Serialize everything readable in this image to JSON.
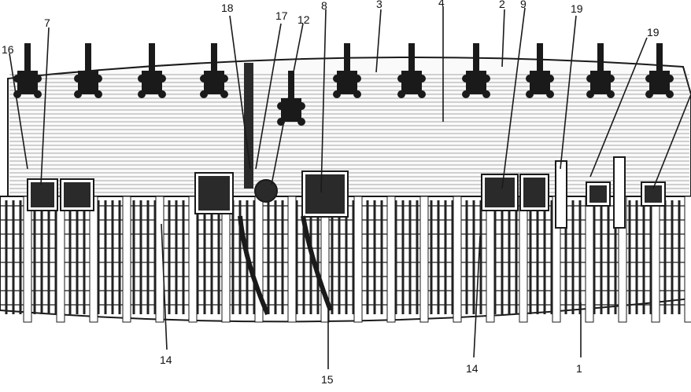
{
  "figure": {
    "callouts": [
      {
        "id": "c16",
        "text": "16"
      },
      {
        "id": "c7",
        "text": "7"
      },
      {
        "id": "c18",
        "text": "18"
      },
      {
        "id": "c17",
        "text": "17"
      },
      {
        "id": "c12",
        "text": "12"
      },
      {
        "id": "c8",
        "text": "8"
      },
      {
        "id": "c3",
        "text": "3"
      },
      {
        "id": "c4",
        "text": "4"
      },
      {
        "id": "c2",
        "text": "2"
      },
      {
        "id": "c9",
        "text": "9"
      },
      {
        "id": "c19a",
        "text": "19"
      },
      {
        "id": "c19b",
        "text": "19"
      },
      {
        "id": "c14a",
        "text": "14"
      },
      {
        "id": "c15",
        "text": "15"
      },
      {
        "id": "c14b",
        "text": "14"
      },
      {
        "id": "c1",
        "text": "1"
      }
    ],
    "colors": {
      "ink": "#1a1a1a",
      "paper": "#ffffff",
      "shade": "#3a3a3a"
    }
  }
}
